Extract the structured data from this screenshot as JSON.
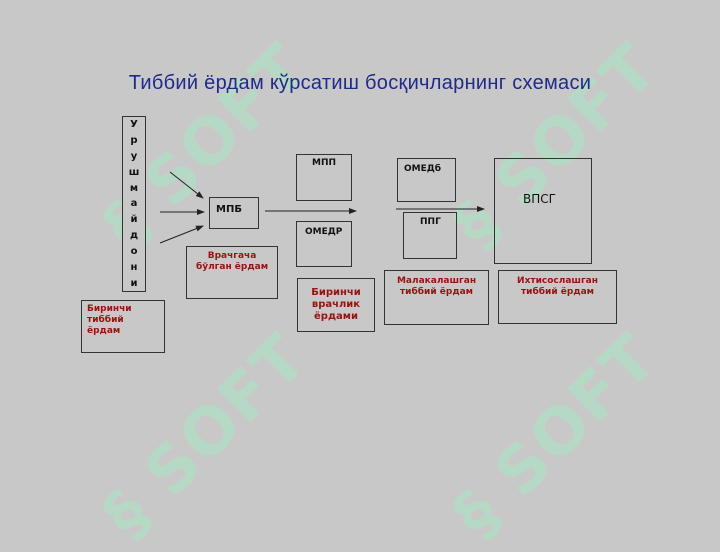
{
  "watermark": "SOFT",
  "title": "Тиббий ёрдам кўрсатиш босқичларнинг схемаси",
  "vertical_label": [
    "У",
    "р",
    "у",
    "ш",
    "м",
    "а",
    "й",
    "д",
    "о",
    "н",
    "и"
  ],
  "boxes": {
    "mpb": "МПБ",
    "mpp": "МПП",
    "omedr": "ОМЕДР",
    "omedb": "ОМЕДб",
    "ppg": "ППГ",
    "vpsg": "ВПСГ"
  },
  "captions": {
    "first_medical": "Биринчи\nтиббий\nёрдам",
    "pre_doctor": "Врачгача\nбўлган ёрдам",
    "first_doctor": "Биринчи\nврачлик\nёрдами",
    "qualified": "Малакалашган\nтиббий ёрдам",
    "specialized": "Ихтисослашган\nтиббий ёрдам"
  }
}
